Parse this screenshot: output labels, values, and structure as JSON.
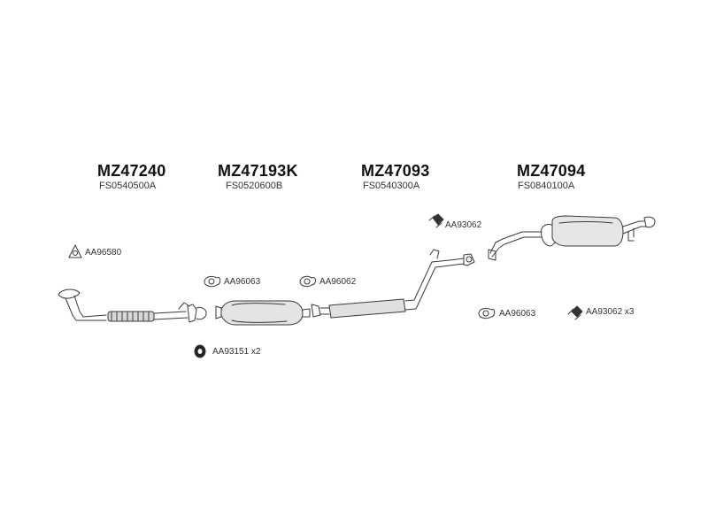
{
  "groups": [
    {
      "part": "MZ47240",
      "code": "FS0540500A"
    },
    {
      "part": "MZ47193K",
      "code": "FS0520600B"
    },
    {
      "part": "MZ47093",
      "code": "FS0540300A"
    },
    {
      "part": "MZ47094",
      "code": "FS0840100A"
    }
  ],
  "accessories": {
    "aa96580": "AA96580",
    "aa96063_left": "AA96063",
    "aa96062": "AA96062",
    "aa93151": "AA93151 x2",
    "aa93062_top": "AA93062",
    "aa96063_right": "AA96063",
    "aa93062_right": "AA93062 x3"
  }
}
